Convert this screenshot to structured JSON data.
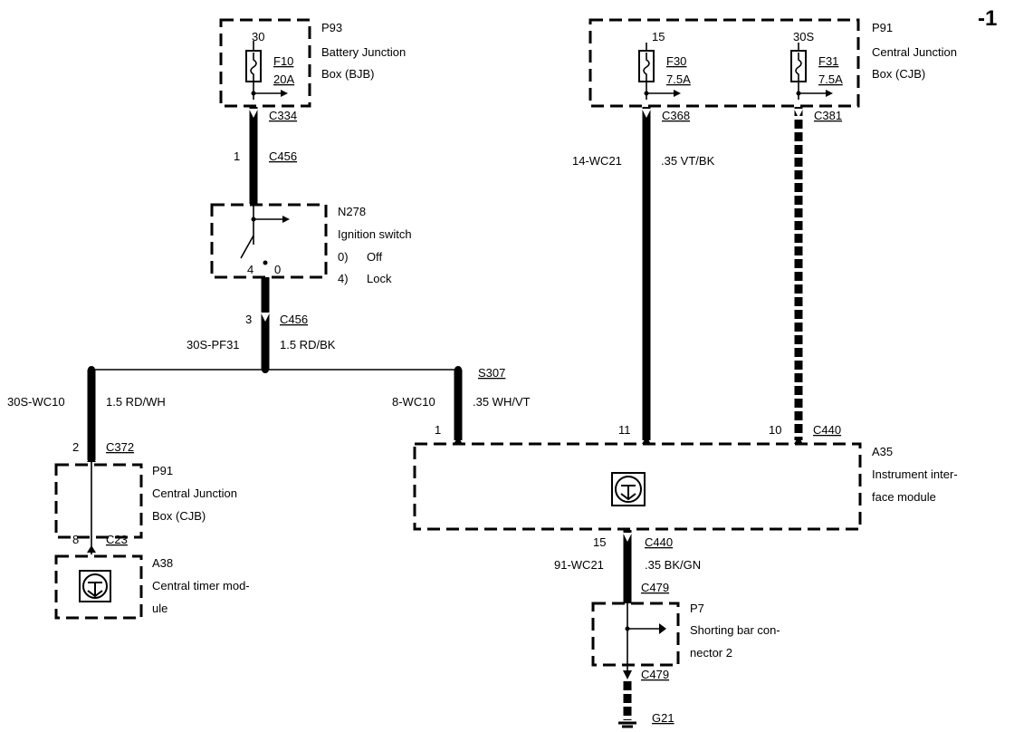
{
  "page_marker": "-1",
  "p93": {
    "id": "P93",
    "line1": "Battery Junction",
    "line2": "Box (BJB)",
    "pin": "30",
    "fuse": "F10",
    "rating": "20A"
  },
  "c334": "C334",
  "c456_top": {
    "pin": "1",
    "label": "C456"
  },
  "n278": {
    "id": "N278",
    "name": "Ignition switch",
    "pos0_num": "0)",
    "pos0_label": "Off",
    "pos4_num": "4)",
    "pos4_label": "Lock",
    "term4": "4",
    "term0": "0"
  },
  "c456_bot": {
    "pin": "3",
    "label": "C456"
  },
  "wire_30s_pf31": {
    "code": "30S-PF31",
    "spec": "1.5 RD/BK"
  },
  "s307": "S307",
  "wire_30s_wc10": {
    "code": "30S-WC10",
    "spec": "1.5 RD/WH"
  },
  "wire_8_wc10": {
    "code": "8-WC10",
    "spec": ".35 WH/VT"
  },
  "c372": {
    "pin": "2",
    "label": "C372"
  },
  "p91_left": {
    "id": "P91",
    "line1": "Central Junction",
    "line2": "Box (CJB)"
  },
  "c23": {
    "pin": "8",
    "label": "C23"
  },
  "a38": {
    "id": "A38",
    "line1": "Central timer mod-",
    "line2": "ule"
  },
  "p91_right": {
    "id": "P91",
    "line1": "Central Junction",
    "line2": "Box (CJB)",
    "pin_a": "15",
    "pin_b": "30S",
    "fuse_a": "F30",
    "rating_a": "7.5A",
    "fuse_b": "F31",
    "rating_b": "7.5A"
  },
  "c368": "C368",
  "c381": "C381",
  "wire_14_wc21": {
    "code": "14-WC21",
    "spec": ".35 VT/BK"
  },
  "a35": {
    "id": "A35",
    "line1": "Instrument inter-",
    "line2": "face module",
    "pin1": "1",
    "pin11": "11",
    "pin10": "10",
    "connector": "C440"
  },
  "c440_bot": {
    "pin": "15",
    "label": "C440"
  },
  "wire_91_wc21": {
    "code": "91-WC21",
    "spec": ".35 BK/GN"
  },
  "c479_top": "C479",
  "p7": {
    "id": "P7",
    "line1": "Shorting bar con-",
    "line2": "nector 2"
  },
  "c479_bot": "C479",
  "g21": "G21"
}
